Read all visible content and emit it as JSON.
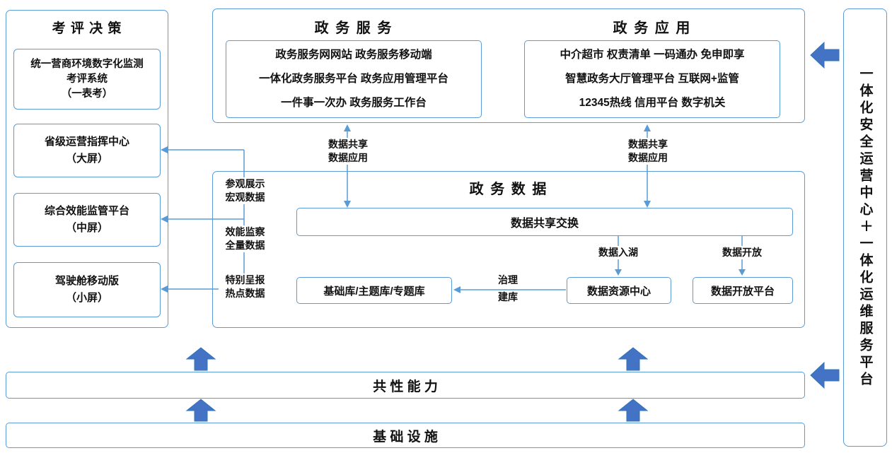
{
  "colors": {
    "border_blue": "#5B9BD5",
    "arrow_fill": "#4472C4",
    "text": "#111111"
  },
  "left_panel": {
    "title": "考 评 决 策",
    "items": [
      {
        "lines": [
          "统一营商环境数字化监测",
          "考评系统",
          "（一表考）"
        ]
      },
      {
        "lines": [
          "省级运营指挥中心",
          "（大屏）"
        ]
      },
      {
        "lines": [
          "综合效能监管平台",
          "（中屏）"
        ]
      },
      {
        "lines": [
          "驾驶舱移动版",
          "（小屏）"
        ]
      }
    ]
  },
  "top_panel": {
    "service_title": "政 务 服 务",
    "service_lines": [
      "政务服务网网站 政务服务移动端",
      "一体化政务服务平台 政务应用管理平台",
      "一件事一次办 政务服务工作台"
    ],
    "application_title": "政 务 应 用",
    "application_lines": [
      "中介超市 权责清单 一码通办 免申即享",
      "智慧政务大厅管理平台 互联网+监管",
      "12345热线 信用平台 数字机关"
    ]
  },
  "share_label": {
    "line1": "数据共享",
    "line2": "数据应用"
  },
  "data_panel": {
    "title": "政 务 数 据",
    "exchange": "数据共享交换",
    "lake_label": "数据入湖",
    "open_label": "数据开放",
    "base_library": "基础库/主题库/专题库",
    "govern_line1": "治理",
    "govern_line2": "建库",
    "resource_center": "数据资源中心",
    "open_platform": "数据开放平台"
  },
  "flow_labels": [
    {
      "line1": "参观展示",
      "line2": "宏观数据"
    },
    {
      "line1": "效能监察",
      "line2": "全量数据"
    },
    {
      "line1": "特别呈报",
      "line2": "热点数据"
    }
  ],
  "bottom": {
    "common_capability": "共 性 能 力",
    "infrastructure": "基 础 设 施"
  },
  "right_bar": {
    "text": "一体化安全运营中心＋一体化运维服务平台"
  }
}
